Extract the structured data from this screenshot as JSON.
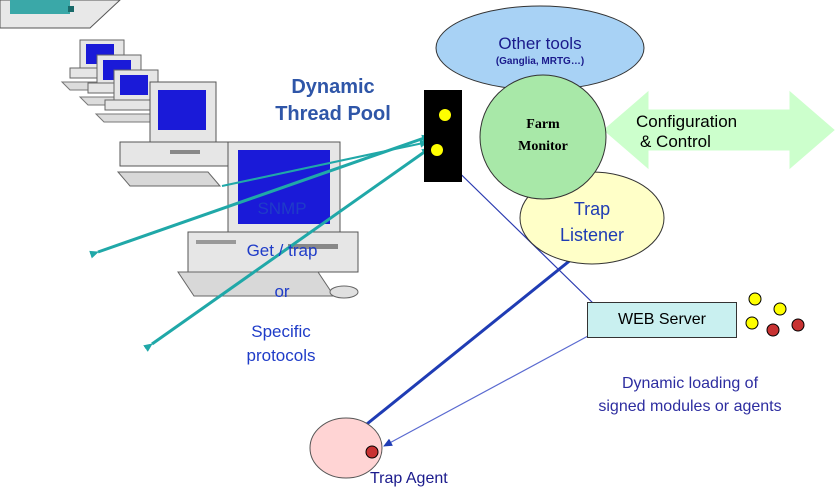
{
  "labels": {
    "thread_pool_line1": "Dynamic",
    "thread_pool_line2": "Thread Pool",
    "other_tools": "Other tools",
    "other_tools_sub": "(Ganglia, MRTG…)",
    "farm_monitor_line1": "Farm",
    "farm_monitor_line2": "Monitor",
    "config_line1": "Configuration",
    "config_line2": "& Control",
    "trap_listener_line1": "Trap",
    "trap_listener_line2": "Listener",
    "snmp": "SNMP",
    "get_trap": "Get / trap",
    "or": "or",
    "specific_line1": "Specific",
    "specific_line2": "protocols",
    "web_server": "WEB Server",
    "dynamic_loading_line1": "Dynamic loading of",
    "dynamic_loading_line2": "signed modules or agents",
    "trap_agent": "Trap Agent"
  },
  "colors": {
    "teal_arrow": "#20a8a8",
    "navy_arrow": "#1f3cb4",
    "other_tools_fill": "#a8d2f5",
    "farm_monitor_fill": "#a8e8a8",
    "trap_listener_fill": "#ffffc8",
    "config_arrow_fill": "#ccffcc",
    "trap_agent_fill": "#ffd4d4",
    "web_server_fill": "#c9f0f0",
    "thread_pool_fill": "#000000",
    "yellow_dot": "#ffff00",
    "red_dot": "#c83232"
  }
}
